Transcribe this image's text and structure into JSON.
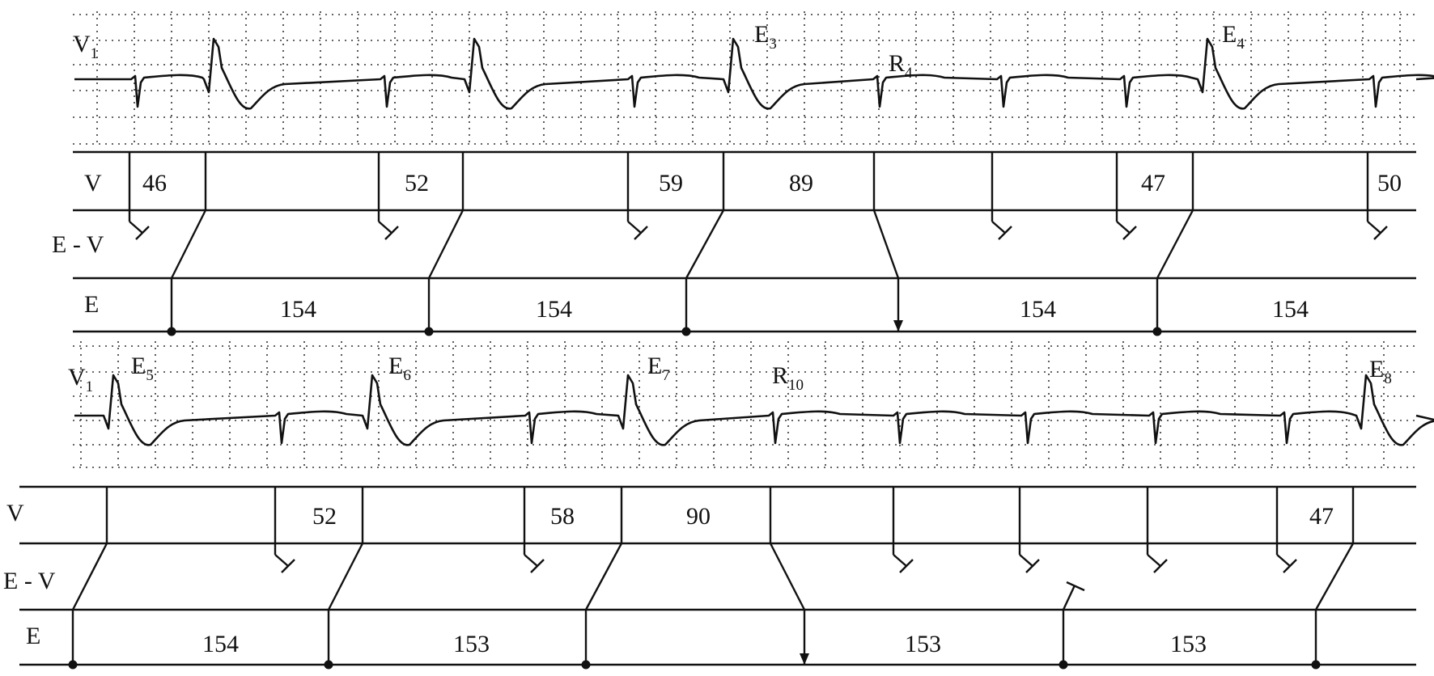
{
  "strips": [
    {
      "lead": {
        "main": "V",
        "sub": "1"
      },
      "wave_labels": [
        {
          "main": "E",
          "sub": "3"
        },
        {
          "main": "R",
          "sub": "4"
        },
        {
          "main": "E",
          "sub": "4"
        }
      ],
      "row_labels": {
        "v": "V",
        "ev": "E - V",
        "e": "E"
      },
      "v_intervals": [
        "46",
        "52",
        "59",
        "89",
        "47",
        "50"
      ],
      "e_intervals": [
        "154",
        "154",
        "154",
        "154"
      ]
    },
    {
      "lead": {
        "main": "V",
        "sub": "1"
      },
      "wave_labels": [
        {
          "main": "E",
          "sub": "5"
        },
        {
          "main": "E",
          "sub": "6"
        },
        {
          "main": "E",
          "sub": "7"
        },
        {
          "main": "R",
          "sub": "10"
        },
        {
          "main": "E",
          "sub": "8"
        }
      ],
      "row_labels": {
        "v": "V",
        "ev": "E - V",
        "e": "E"
      },
      "v_intervals": [
        "52",
        "58",
        "90",
        "47"
      ],
      "e_intervals": [
        "154",
        "153",
        "153",
        "153"
      ]
    }
  ]
}
